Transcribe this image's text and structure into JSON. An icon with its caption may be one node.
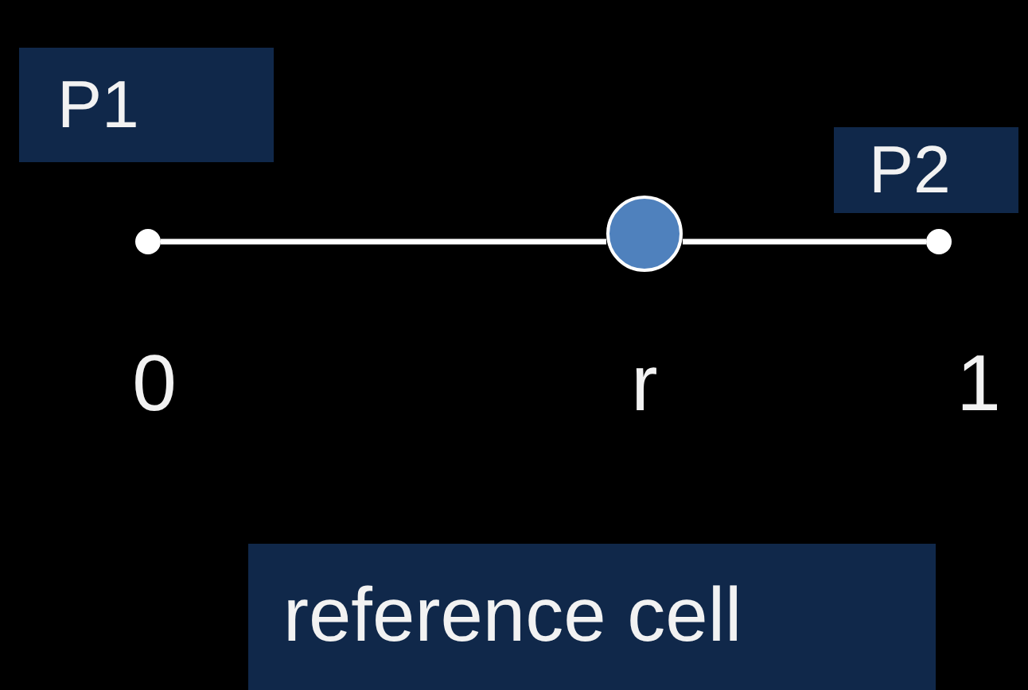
{
  "diagram": {
    "nodes": [
      {
        "text": [
          "P1"
        ]
      },
      {
        "text": [
          "P2"
        ]
      },
      {
        "text": [],
        "shape": "circle"
      },
      {
        "text": [],
        "shape": "circle"
      },
      {
        "text": [],
        "shape": "circle"
      },
      {
        "text": [
          "reference cell"
        ]
      }
    ],
    "edges": [
      {
        "from": 2,
        "to": 3,
        "arrow": "none"
      },
      {
        "from": 3,
        "to": 4,
        "arrow": "none"
      }
    ],
    "labels": [
      "0",
      "r",
      "1"
    ]
  }
}
